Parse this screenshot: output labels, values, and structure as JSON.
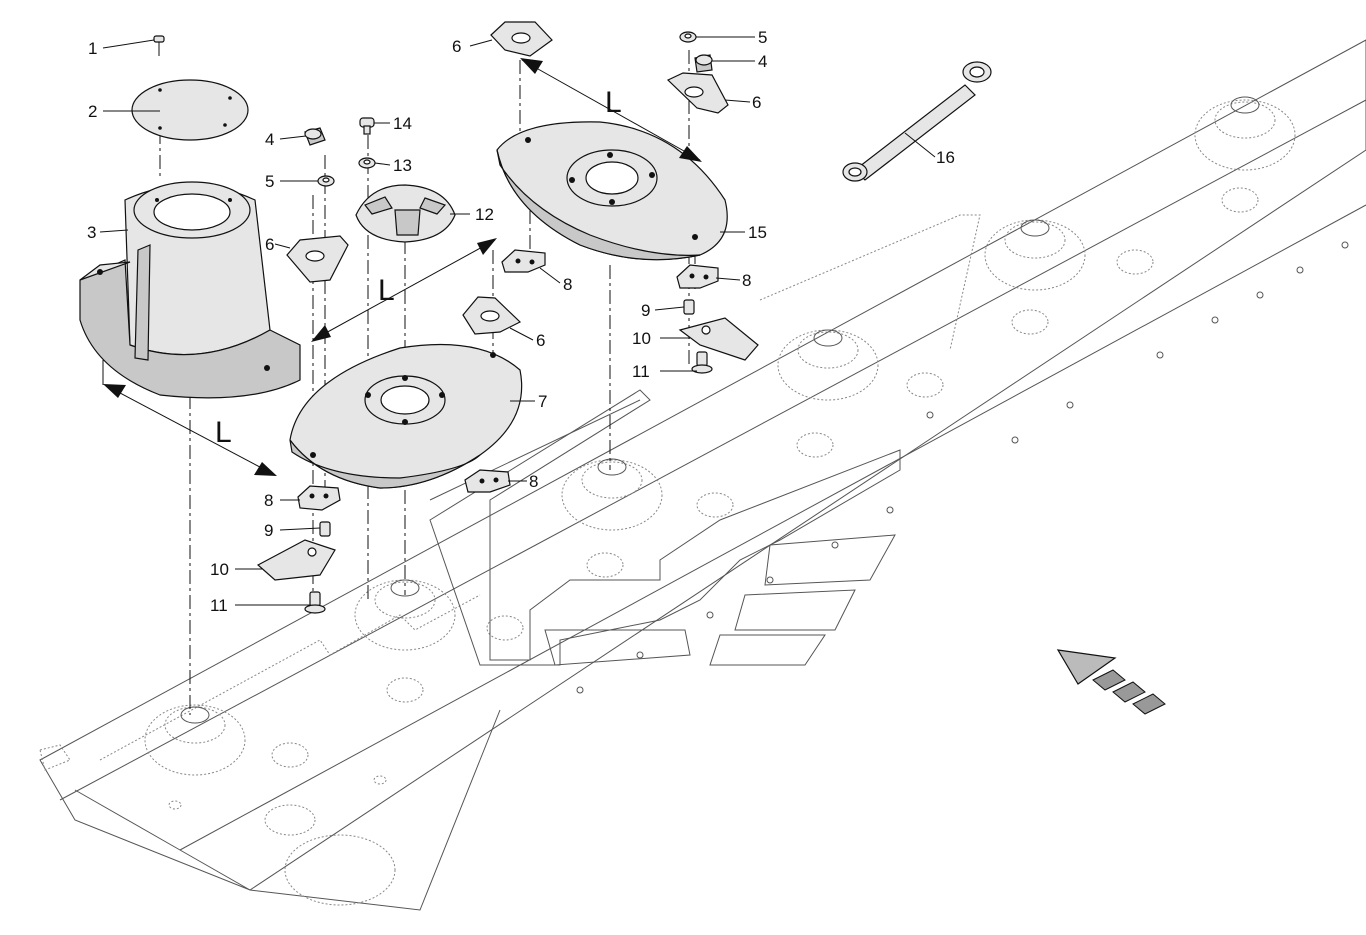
{
  "callouts": {
    "p1": "1",
    "p2": "2",
    "p3": "3",
    "p4a": "4",
    "p4b": "4",
    "p5a": "5",
    "p5b": "5",
    "p6a": "6",
    "p6b": "6",
    "p6c": "6",
    "p6d": "6",
    "p7": "7",
    "p8a": "8",
    "p8b": "8",
    "p8c": "8",
    "p8d": "8",
    "p9a": "9",
    "p9b": "9",
    "p10a": "10",
    "p10b": "10",
    "p11a": "11",
    "p11b": "11",
    "p12": "12",
    "p13": "13",
    "p14": "14",
    "p15": "15",
    "p16": "16"
  },
  "dimensions": {
    "d1": "L",
    "d2": "L",
    "d3": "L"
  },
  "direction_arrow": {
    "icon": "travel-direction-arrow-icon"
  }
}
